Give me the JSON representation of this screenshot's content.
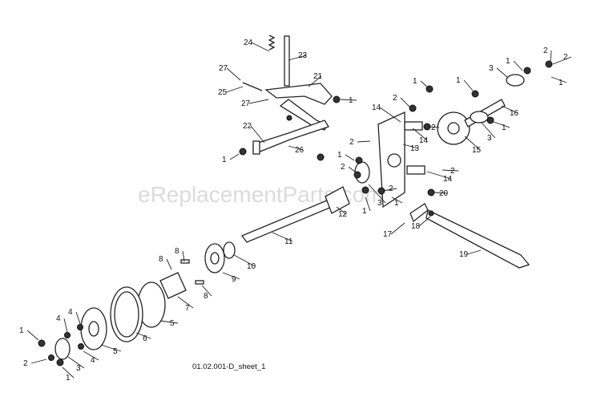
{
  "watermark": "eReplacementParts.com",
  "sheet_label": "01.02.001-D_sheet_1",
  "callouts": [
    {
      "id": "c24",
      "text": "24"
    },
    {
      "id": "c23",
      "text": "23"
    },
    {
      "id": "c27a",
      "text": "27"
    },
    {
      "id": "c21",
      "text": "21"
    },
    {
      "id": "c25",
      "text": "25"
    },
    {
      "id": "c27b",
      "text": "27"
    },
    {
      "id": "c1a",
      "text": "1"
    },
    {
      "id": "c22",
      "text": "22"
    },
    {
      "id": "c26",
      "text": "26"
    },
    {
      "id": "c1b",
      "text": "1"
    },
    {
      "id": "c1c",
      "text": "1"
    },
    {
      "id": "c2a",
      "text": "2"
    },
    {
      "id": "c3a",
      "text": "3"
    },
    {
      "id": "c1d",
      "text": "1"
    },
    {
      "id": "c2b",
      "text": "2"
    },
    {
      "id": "c1e",
      "text": "1"
    },
    {
      "id": "c1f",
      "text": "1"
    },
    {
      "id": "c2c",
      "text": "2"
    },
    {
      "id": "c14a",
      "text": "14"
    },
    {
      "id": "c16",
      "text": "16"
    },
    {
      "id": "c14b",
      "text": "14"
    },
    {
      "id": "c2d",
      "text": "2"
    },
    {
      "id": "c1g",
      "text": "1"
    },
    {
      "id": "c3b",
      "text": "3"
    },
    {
      "id": "c15",
      "text": "15"
    },
    {
      "id": "c2e",
      "text": "2"
    },
    {
      "id": "c13",
      "text": "13"
    },
    {
      "id": "c1h",
      "text": "1"
    },
    {
      "id": "c2f",
      "text": "2"
    },
    {
      "id": "c2g",
      "text": "2"
    },
    {
      "id": "c14c",
      "text": "14"
    },
    {
      "id": "c2h",
      "text": "2"
    },
    {
      "id": "c20",
      "text": "20"
    },
    {
      "id": "c12",
      "text": "12"
    },
    {
      "id": "c1i",
      "text": "1"
    },
    {
      "id": "c3c",
      "text": "3"
    },
    {
      "id": "c1j",
      "text": "1"
    },
    {
      "id": "c17",
      "text": "17"
    },
    {
      "id": "c18",
      "text": "18"
    },
    {
      "id": "c11",
      "text": "11"
    },
    {
      "id": "c19",
      "text": "19"
    },
    {
      "id": "c8a",
      "text": "8"
    },
    {
      "id": "c8b",
      "text": "8"
    },
    {
      "id": "c10",
      "text": "10"
    },
    {
      "id": "c9",
      "text": "9"
    },
    {
      "id": "c8c",
      "text": "8"
    },
    {
      "id": "c7",
      "text": "7"
    },
    {
      "id": "c5a",
      "text": "5"
    },
    {
      "id": "c6",
      "text": "6"
    },
    {
      "id": "c4a",
      "text": "4"
    },
    {
      "id": "c1k",
      "text": "1"
    },
    {
      "id": "c4b",
      "text": "4"
    },
    {
      "id": "c5b",
      "text": "5"
    },
    {
      "id": "c2i",
      "text": "2"
    },
    {
      "id": "c3d",
      "text": "3"
    },
    {
      "id": "c4c",
      "text": "4"
    },
    {
      "id": "c1l",
      "text": "1"
    }
  ]
}
